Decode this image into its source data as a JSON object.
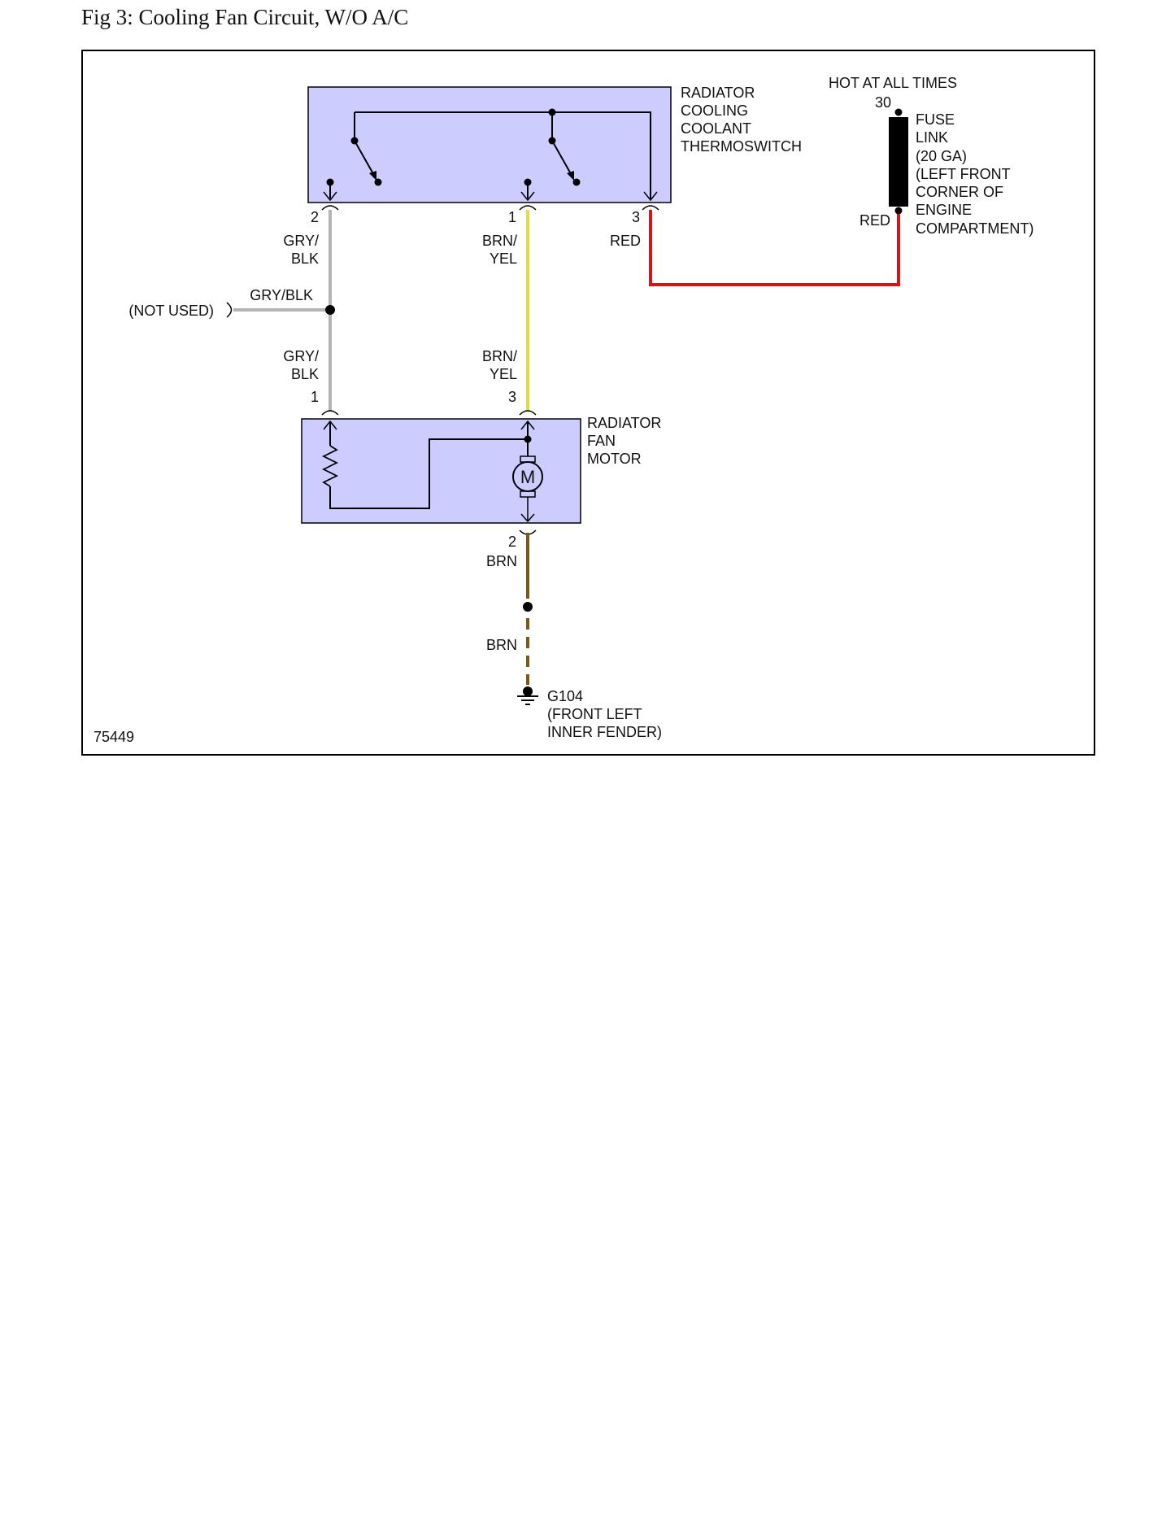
{
  "title": "Fig 3: Cooling Fan Circuit, W/O A/C",
  "figure_id": "75449",
  "colors": {
    "component_fill": "#ccccff",
    "wire_gry_blk": "#b3b3b3",
    "wire_brn_yel": "#e2dc3c",
    "wire_red": "#dd1111",
    "wire_brn": "#7a5a12",
    "fuse_link": "#000000"
  },
  "thermoswitch": {
    "name_lines": [
      "RADIATOR",
      "COOLING",
      "COOLANT",
      "THERMOSWITCH"
    ],
    "pins": [
      "2",
      "1",
      "3"
    ]
  },
  "power": {
    "hot_label": "HOT AT ALL TIMES",
    "terminal": "30",
    "fuse_lines": [
      "FUSE",
      "LINK",
      "(20 GA)",
      "(LEFT FRONT",
      "CORNER OF",
      "ENGINE",
      "COMPARTMENT)"
    ],
    "wire_color": "RED"
  },
  "wires": {
    "pin2_upper": [
      "GRY/",
      "BLK"
    ],
    "pin1_upper": [
      "BRN/",
      "YEL"
    ],
    "pin3_color": "RED",
    "splice_branch": "GRY/BLK",
    "not_used": "(NOT USED)",
    "pin2_lower": [
      "GRY/",
      "BLK"
    ],
    "pin1_lower": [
      "BRN/",
      "YEL"
    ],
    "motor_ground_upper": "BRN",
    "motor_ground_lower": "BRN"
  },
  "fan_motor": {
    "name_lines": [
      "RADIATOR",
      "FAN",
      "MOTOR"
    ],
    "pins": [
      "1",
      "3",
      "2"
    ],
    "motor_symbol": "M"
  },
  "ground": {
    "lines": [
      "G104",
      "(FRONT LEFT",
      "INNER FENDER)"
    ]
  }
}
